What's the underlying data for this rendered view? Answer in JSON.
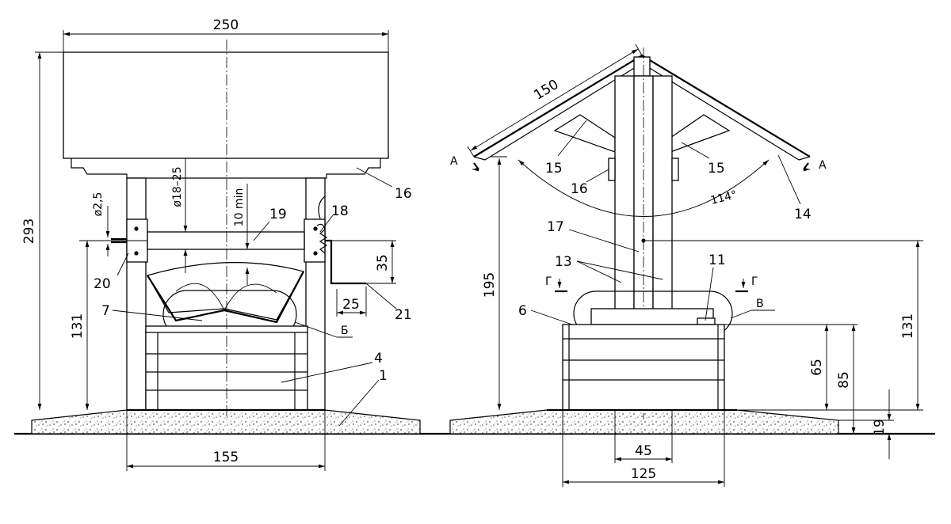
{
  "dimensions": {
    "front_width": "250",
    "front_height": "293",
    "rod_diameter": "ø2,5",
    "axle_diameter": "ø18–25",
    "clearance": "10 min",
    "axle_height": "131",
    "crank_height": "35",
    "crank_width": "25",
    "base_width": "155",
    "roof_slope": "150",
    "roof_angle": "114°",
    "side_height": "195",
    "side_axle_height": "131",
    "box_height_65": "65",
    "box_height_85": "85",
    "foundation_height": "19",
    "post_spacing": "45",
    "box_width": "125"
  },
  "parts": {
    "p1": "1",
    "p4": "4",
    "p6": "6",
    "p7": "7",
    "p11": "11",
    "p13": "13",
    "p14": "14",
    "p15a": "15",
    "p15b": "15",
    "p16a": "16",
    "p16b": "16",
    "p17": "17",
    "p18": "18",
    "p19": "19",
    "p20": "20",
    "p21": "21"
  },
  "section_marks": {
    "a_left": "A",
    "a_right": "A",
    "g_left": "Г",
    "g_right": "Г",
    "b": "Б",
    "v": "В"
  }
}
